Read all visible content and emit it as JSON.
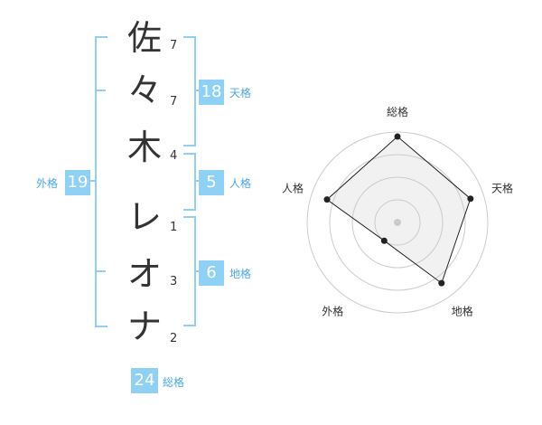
{
  "name": {
    "chars": [
      "佐",
      "々",
      "木",
      "レ",
      "オ",
      "ナ"
    ],
    "strokes": [
      "7",
      "7",
      "4",
      "1",
      "3",
      "2"
    ]
  },
  "scores": {
    "tenkaku": {
      "label": "天格",
      "value": "18"
    },
    "jinkaku": {
      "label": "人格",
      "value": "5"
    },
    "chikaku": {
      "label": "地格",
      "value": "6"
    },
    "gaikaku": {
      "label": "外格",
      "value": "19"
    },
    "soukaku": {
      "label": "総格",
      "value": "24"
    }
  },
  "chart_data": {
    "type": "radar",
    "axes": [
      "総格",
      "天格",
      "地格",
      "外格",
      "人格"
    ],
    "values": [
      0.95,
      0.85,
      0.83,
      0.25,
      0.82
    ],
    "range": [
      0,
      1
    ],
    "rings": 4
  }
}
